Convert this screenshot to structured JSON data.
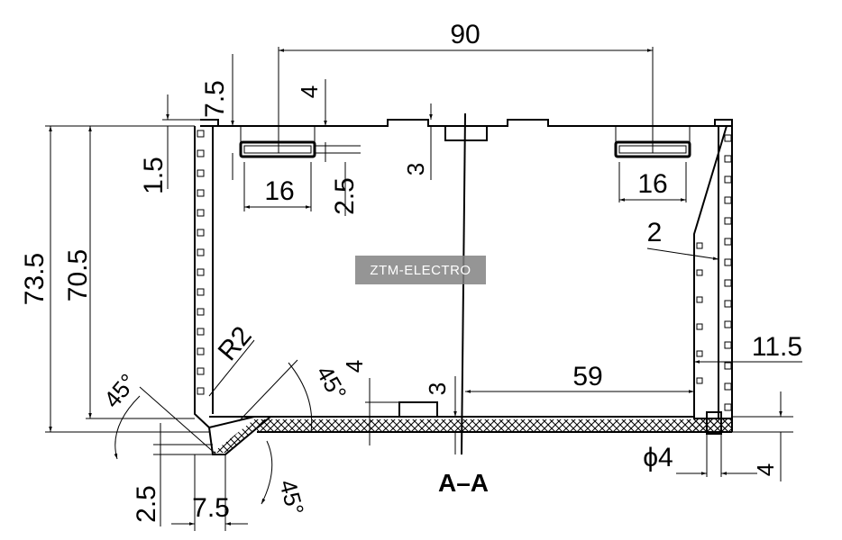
{
  "section_label": "A–A",
  "watermark": "ZTM-ELECTRO",
  "dimensions": {
    "overall_width": "90",
    "top_offset": "7.5",
    "top_rib": "4",
    "lip_height": "1.5",
    "slot_left": "16",
    "slot_right": "16",
    "slot_gap": "2.5",
    "center_rib": "3",
    "overall_height": "73.5",
    "inner_height": "70.5",
    "wall": "2",
    "side_depth": "11.5",
    "bottom_width": "59",
    "bottom_rib_h": "4",
    "bottom_rib_3": "3",
    "radius": "R2",
    "angle_left": "45°",
    "angle_mid": "45°",
    "angle_bottom": "45°",
    "foot_h": "2.5",
    "foot_w": "7.5",
    "hole_dia": "ϕ4",
    "hole_offset": "4"
  }
}
